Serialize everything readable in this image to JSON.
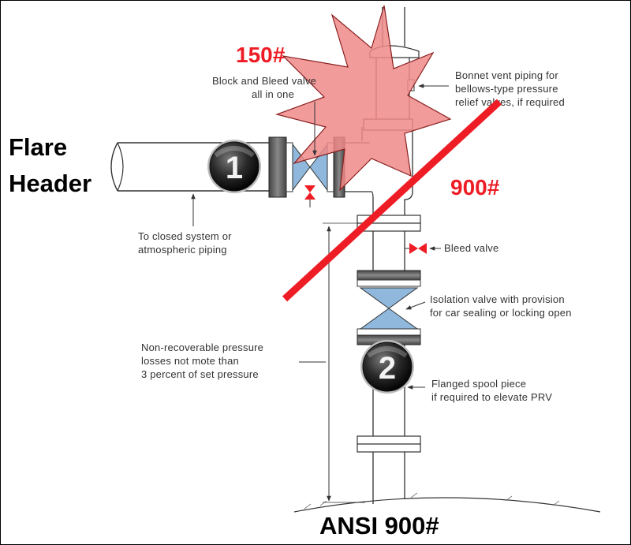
{
  "colors": {
    "accent_red": "#ee1c24",
    "burst_fill": "#f08a8a",
    "valve_blue": "#8fb8dc",
    "pipe_line": "#333333"
  },
  "labels": {
    "block_bleed_1": "Block and Bleed valve",
    "block_bleed_2": "all in one",
    "bonnet_1": "Bonnet vent piping for",
    "bonnet_2": "bellows-type pressure",
    "bonnet_3": "relief valves, if required",
    "closed_1": "To closed system or",
    "closed_2": "atmospheric piping",
    "bleed_valve": "Bleed valve",
    "isolation_1": "Isolation valve with provision",
    "isolation_2": "for car sealing or locking open",
    "nonrec_1": "Non-recoverable pressure",
    "nonrec_2": "losses not mote than",
    "nonrec_3": "3 percent of set pressure",
    "spool_1": "Flanged spool piece",
    "spool_2": "if required to elevate PRV"
  },
  "callouts": {
    "flare_1": "Flare",
    "flare_2": "Header",
    "rating_150": "150#",
    "rating_900": "900#",
    "ansi": "ANSI 900#"
  },
  "badges": {
    "one": "1",
    "two": "2"
  },
  "icons": [
    "numbered-badge-icon",
    "gate-valve-icon",
    "bleed-valve-icon",
    "explosion-burst-icon",
    "strike-line-icon",
    "arrowhead-icon"
  ]
}
